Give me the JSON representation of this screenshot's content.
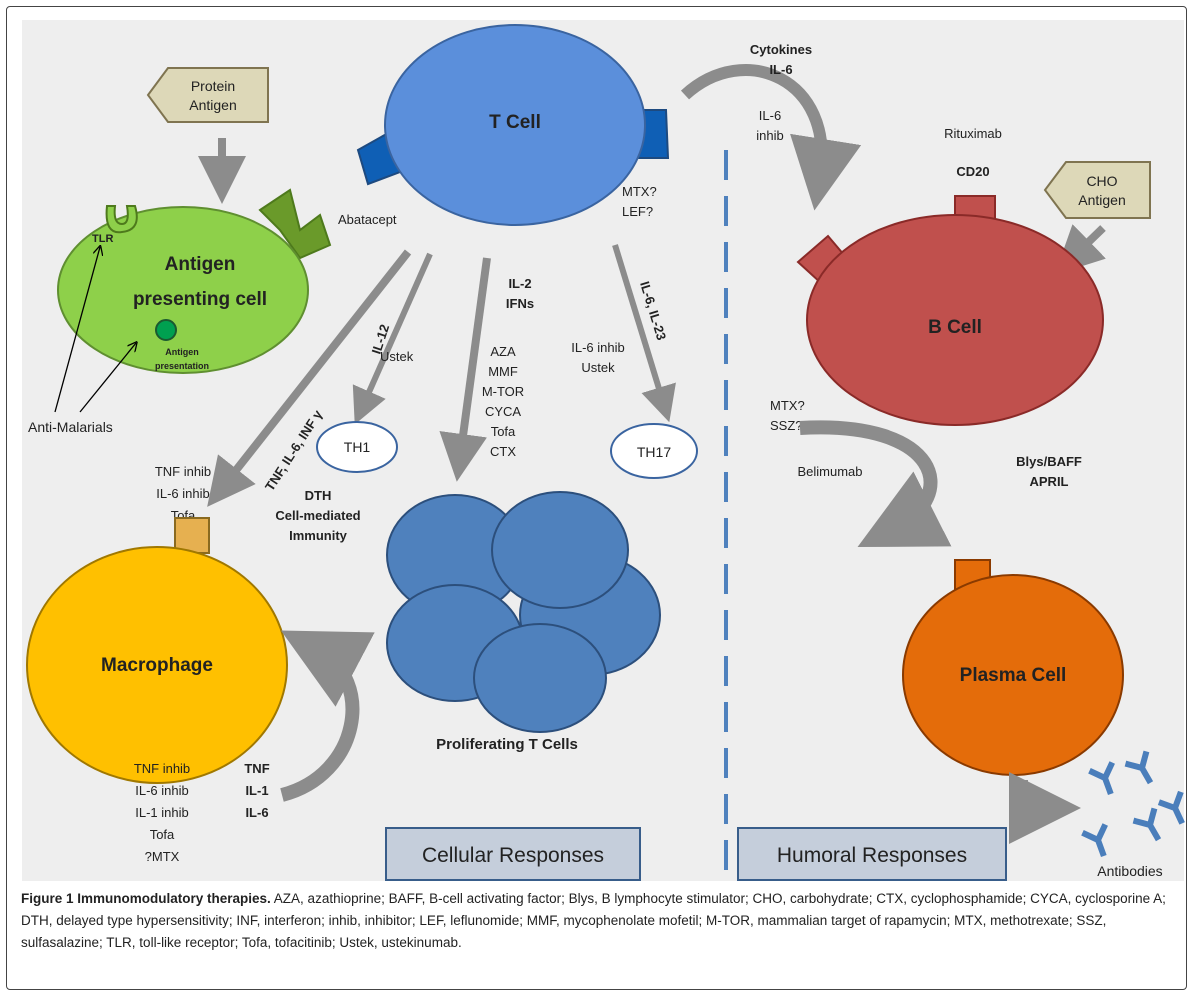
{
  "cells": {
    "t_cell": "T Cell",
    "apc_line1": "Antigen",
    "apc_line2": "presenting cell",
    "b_cell": "B Cell",
    "macrophage": "Macrophage",
    "plasma_cell": "Plasma Cell",
    "th1": "TH1",
    "th17": "TH17",
    "proliferating": "Proliferating T Cells"
  },
  "antigens": {
    "protein_line1": "Protein",
    "protein_line2": "Antigen",
    "cho_line1": "CHO",
    "cho_line2": "Antigen"
  },
  "labels": {
    "tlr": "TLR",
    "antigen_presentation_line1": "Antigen",
    "antigen_presentation_line2": "presentation",
    "anti_malarials": "Anti-Malarials",
    "abatacept": "Abatacept",
    "cytokines_line1": "Cytokines",
    "cytokines_line2": "IL-6",
    "il6_inhib_line1": "IL-6",
    "il6_inhib_line2": "inhib",
    "rituximab": "Rituximab",
    "cd20": "CD20",
    "mtx_lef_line1": "MTX?",
    "mtx_lef_line2": "LEF?",
    "il12": "IL-12",
    "ustek": "Ustek",
    "il2_line1": "IL-2",
    "il2_line2": "IFNs",
    "prolif_drugs": [
      "AZA",
      "MMF",
      "M-TOR",
      "CYCA",
      "Tofa",
      "CTX"
    ],
    "il6_il23": "IL-6, IL-23",
    "th17_drugs_line1": "IL-6 inhib",
    "th17_drugs_line2": "Ustek",
    "mtx_ssz_line1": "MTX?",
    "mtx_ssz_line2": "SSZ?",
    "tnf_il6_infy": "TNF, IL-6, INF γ",
    "mac_top_drugs": [
      "TNF inhib",
      "IL-6 inhib",
      "Tofa"
    ],
    "dth": [
      "DTH",
      "Cell-mediated",
      "Immunity"
    ],
    "belimumab": "Belimumab",
    "blys_line1": "Blys/BAFF",
    "blys_line2": "APRIL",
    "mac_bottom_drugs": [
      "TNF inhib",
      "IL-6 inhib",
      "IL-1 inhib",
      "Tofa",
      "?MTX"
    ],
    "mac_cytokines": [
      "TNF",
      "IL-1",
      "IL-6"
    ],
    "antibodies": "Antibodies"
  },
  "boxes": {
    "cellular": "Cellular Responses",
    "humoral": "Humoral Responses"
  },
  "caption": {
    "title": "Figure 1 Immunomodulatory therapies.",
    "text": " AZA, azathioprine; BAFF, B-cell activating factor; Blys, B lymphocyte stimulator; CHO, carbohydrate; CTX, cyclophosphamide; CYCA, cyclosporine A; DTH, delayed type hypersensitivity; INF, interferon; inhib, inhibitor; LEF, leflunomide; MMF, mycophenolate mofetil; M-TOR, mammalian target of rapamycin; MTX, methotrexate; SSZ, sulfasalazine; TLR, toll-like receptor; Tofa, tofacitinib; Ustek, ustekinumab."
  },
  "colors": {
    "t_cell": "#5b8fdb",
    "apc": "#8ed04a",
    "b_cell": "#c0504d",
    "macrophage": "#ffc000",
    "plasma": "#e46c0a",
    "prolif": "#4f81bd",
    "antigen_box": "#ddd8b8",
    "arrow": "#8c8c8c",
    "antibody": "#4a7ebb"
  }
}
